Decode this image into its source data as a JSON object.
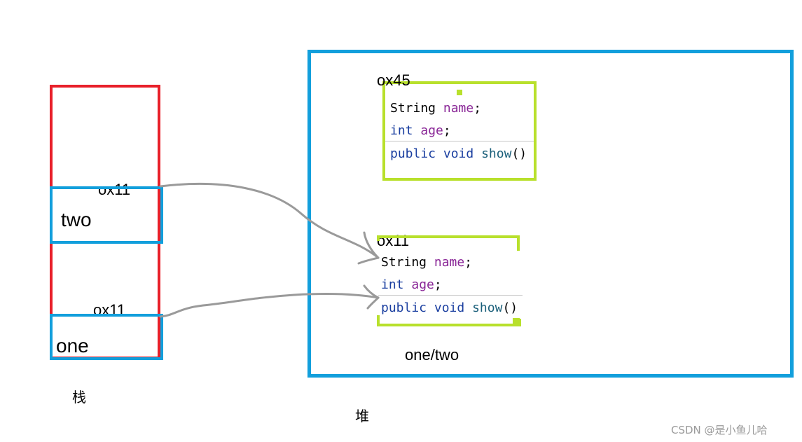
{
  "colors": {
    "stack_border": "#e8202a",
    "slot_border": "#129fdc",
    "heap_border": "#129fdc",
    "object_border": "#b8e02c",
    "keyword": "#1b3fa0",
    "field": "#8a2797",
    "method": "#1a5f7a",
    "arrow": "#9a9a9a"
  },
  "stack": {
    "title": "栈",
    "slots": [
      {
        "name": "two",
        "address": "ox11"
      },
      {
        "name": "one",
        "address": "ox11"
      }
    ]
  },
  "heap": {
    "title": "堆",
    "objects": [
      {
        "address": "ox45",
        "field1_type": "String",
        "field1_name": "name",
        "field2_type": "int",
        "field2_name": "age",
        "method_mod1": "public",
        "method_mod2": "void",
        "method_name": "show",
        "method_parens": "()",
        "semicolon": ";"
      },
      {
        "address": "ox11",
        "field1_type": "String",
        "field1_name": "name",
        "field2_type": "int",
        "field2_name": "age",
        "method_mod1": "public",
        "method_mod2": "void",
        "method_name": "show",
        "method_parens": "()",
        "semicolon": ";",
        "caption": "one/two"
      }
    ]
  },
  "watermark": "CSDN @是小鱼儿哈"
}
